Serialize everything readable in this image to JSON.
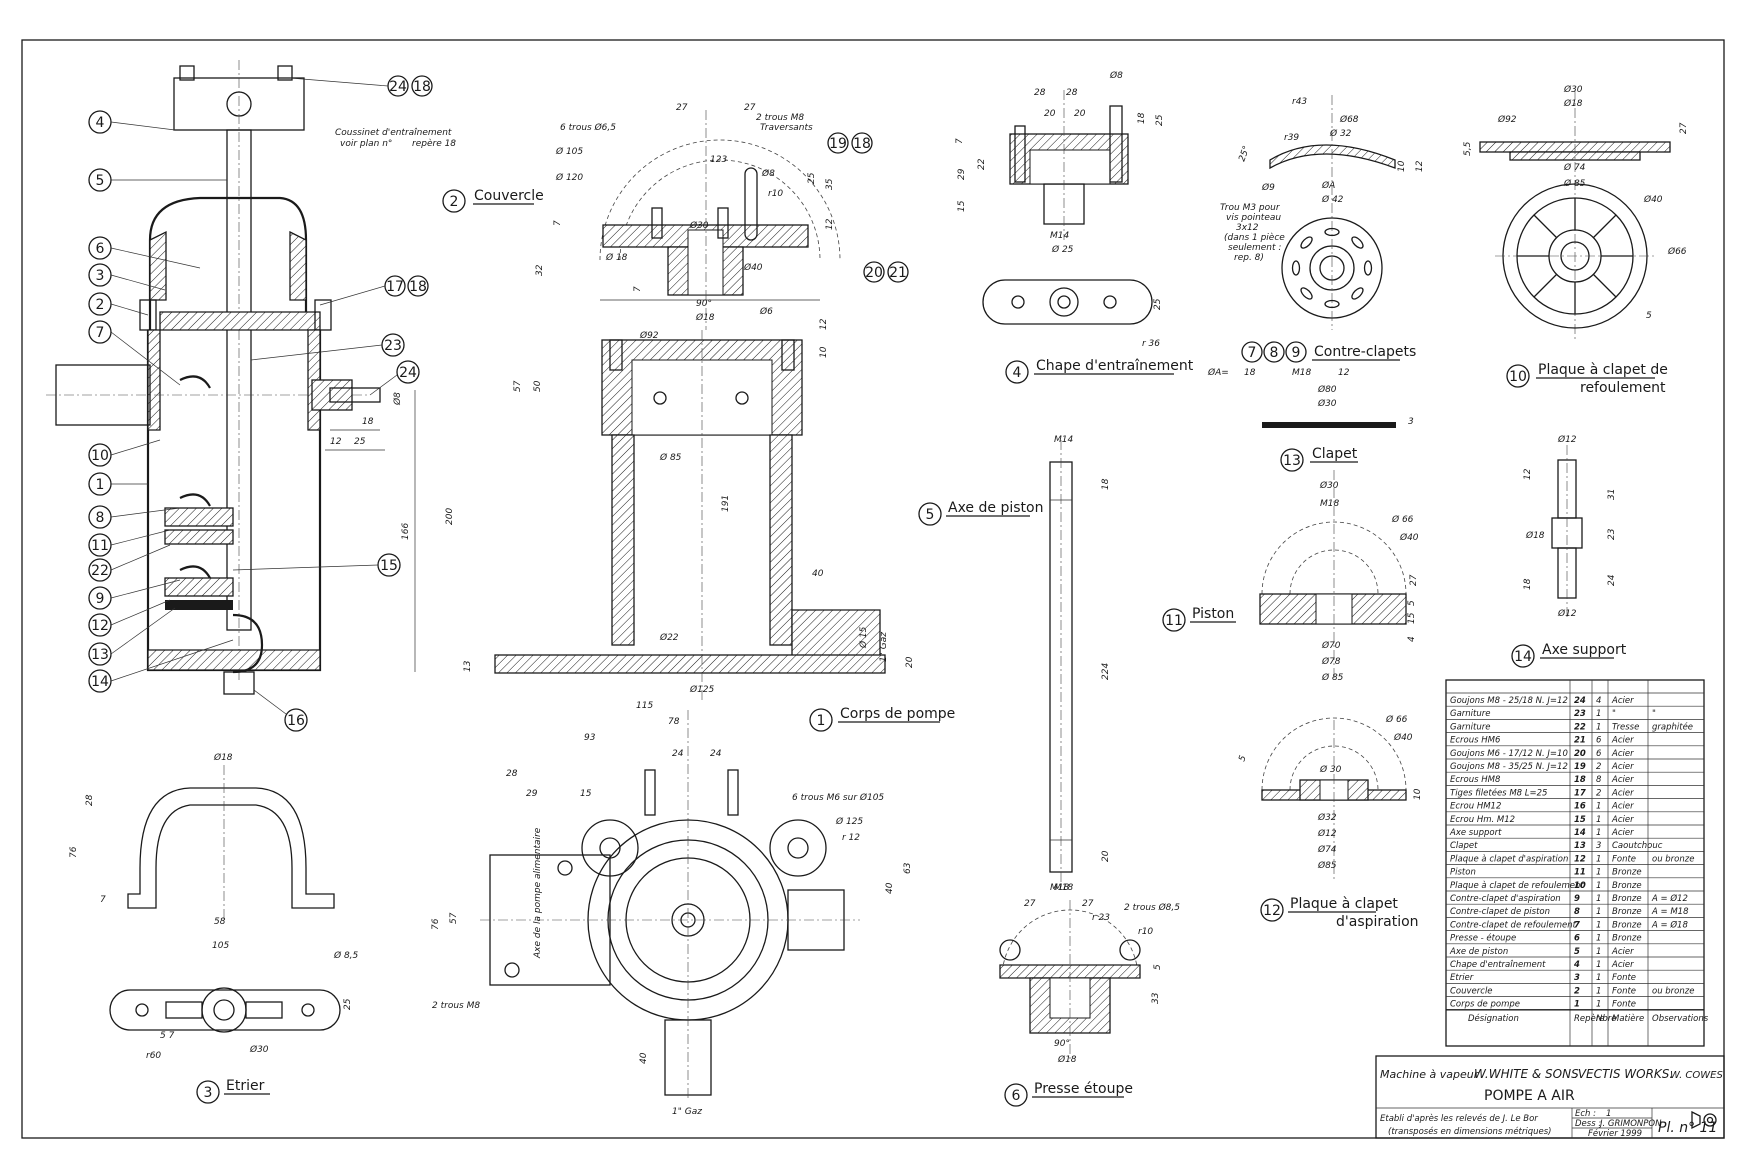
{
  "balloons": {
    "b24_18": [
      "24",
      "18"
    ],
    "b4": "4",
    "b5": "5",
    "b6": "6",
    "b3": "3",
    "b2": "2",
    "b7": "7",
    "b17_18": [
      "17",
      "18"
    ],
    "b23": "23",
    "b24": "24",
    "b10": "10",
    "b1": "1",
    "b8": "8",
    "b11": "11",
    "b22": "22",
    "b15": "15",
    "b9": "9",
    "b12": "12",
    "b13": "13",
    "b14": "14",
    "b16": "16",
    "b19_18": [
      "19",
      "18"
    ],
    "b20_21": [
      "20",
      "21"
    ]
  },
  "notes": {
    "coussinet_1": "Coussinet d'entraînement",
    "coussinet_2": "voir plan n°",
    "coussinet_3": "repère 18",
    "trous_65": "6 trous Ø6,5",
    "trous_m8_1": "2 trous M8",
    "trous_m8_2": "Traversants",
    "trou_m3_1": "Trou M3 pour",
    "trou_m3_2": "vis pointeau",
    "trou_m3_3": "3x12",
    "trou_m3_4": "(dans 1 pièce",
    "trou_m3_5": "seulement :",
    "trou_m3_6": "rep. 8)",
    "phi_a": "ØA=",
    "phi_a_vals": [
      "18",
      "M18",
      "12"
    ],
    "trous_m6": "6 trous M6 sur Ø105",
    "axe_pompe": "Axe de la pompe alimentaire",
    "trous_m8_bottom": "2 trous M8",
    "trous_85": "2 trous Ø8,5"
  },
  "views": {
    "couvercle": {
      "num": "2",
      "title": "Couvercle"
    },
    "chape": {
      "num": "4",
      "title": "Chape d'entraînement"
    },
    "contre_clapets": {
      "nums": [
        "7",
        "8",
        "9"
      ],
      "title": "Contre-clapets"
    },
    "plaque_refoulement": {
      "num": "10",
      "title_1": "Plaque à clapet de",
      "title_2": "refoulement"
    },
    "clapet": {
      "num": "13",
      "title": "Clapet"
    },
    "axe_piston": {
      "num": "5",
      "title": "Axe de piston"
    },
    "piston": {
      "num": "11",
      "title": "Piston"
    },
    "axe_support": {
      "num": "14",
      "title": "Axe support"
    },
    "corps": {
      "num": "1",
      "title": "Corps de pompe"
    },
    "plaque_aspiration": {
      "num": "12",
      "title_1": "Plaque à clapet",
      "title_2": "d'aspiration"
    },
    "etrier": {
      "num": "3",
      "title": "Etrier"
    },
    "presse_etoupe": {
      "num": "6",
      "title": "Presse étoupe"
    }
  },
  "dims": {
    "main_166": "166",
    "main_18": "18",
    "main_25": "25",
    "main_12": "12",
    "main_o8": "Ø8",
    "c_27a": "27",
    "c_27b": "27",
    "c_o105": "Ø 105",
    "c_o120": "Ø 120",
    "c_123": "123",
    "c_o8": "Ø8",
    "c_r10": "r10",
    "c_35": "35",
    "c_25": "25",
    "c_12": "12",
    "c_7": "7",
    "c_o30": "Ø30",
    "c_o18": "Ø 18",
    "c_o40": "Ø40",
    "c_32": "32",
    "c_7b": "7",
    "c_90": "90°",
    "c_o18b": "Ø18",
    "c_o6": "Ø6",
    "c_12b": "12",
    "c_10": "10",
    "k_o92": "Ø92",
    "k_57": "57",
    "k_50": "50",
    "k_200": "200",
    "k_o85": "Ø 85",
    "k_191": "191",
    "k_40": "40",
    "k_o22": "Ø22",
    "k_o15": "Ø 15",
    "k_gaz": "1\" Gaz",
    "k_20": "20",
    "k_13": "13",
    "k_o125": "Ø125",
    "ch_28a": "28",
    "ch_28b": "28",
    "ch_o8": "Ø8",
    "ch_20a": "20",
    "ch_20b": "20",
    "ch_7": "7",
    "ch_29": "29",
    "ch_22": "22",
    "ch_15": "15",
    "ch_m14": "M14",
    "ch_o25": "Ø 25",
    "ch_18": "18",
    "ch_25": "25",
    "ch_25b": "25",
    "ch_r36": "r 36",
    "cc_r43": "r43",
    "cc_o68": "Ø68",
    "cc_25": "25°",
    "cc_r39": "r39",
    "cc_o32": "Ø 32",
    "cc_o9": "Ø9",
    "cc_oa": "ØA",
    "cc_o42": "Ø 42",
    "cc_10": "10",
    "cc_12": "12",
    "pr_o30": "Ø30",
    "pr_o18": "Ø18",
    "pr_o92": "Ø92",
    "pr_55": "5,5",
    "pr_27": "27",
    "pr_o74": "Ø 74",
    "pr_o85": "Ø 85",
    "pr_o40": "Ø40",
    "pr_o66": "Ø66",
    "pr_5": "5",
    "cl_o80": "Ø80",
    "cl_o30": "Ø30",
    "cl_3": "3",
    "ap_m14": "M14",
    "ap_18": "18",
    "ap_224": "224",
    "ap_20": "20",
    "ap_m18": "M18",
    "p_o30": "Ø30",
    "p_m18": "M18",
    "p_o66": "Ø 66",
    "p_o40": "Ø40",
    "p_27": "27",
    "p_5": "5",
    "p_15": "15",
    "p_4": "4",
    "p_o70": "Ø70",
    "p_o78": "Ø78",
    "p_o85": "Ø 85",
    "as_o12": "Ø12",
    "as_12": "12",
    "as_31": "31",
    "as_o18": "Ø18",
    "as_23": "23",
    "as_18": "18",
    "as_24": "24",
    "as_o12b": "Ø12",
    "b_115": "115",
    "b_78": "78",
    "b_93": "93",
    "b_24a": "24",
    "b_24b": "24",
    "b_28": "28",
    "b_29": "29",
    "b_15": "15",
    "b_o125": "Ø 125",
    "b_r12": "r 12",
    "b_63": "63",
    "b_40": "40",
    "b_76": "76",
    "b_57": "57",
    "b_40b": "40",
    "b_gaz": "1\" Gaz",
    "e_o18": "Ø18",
    "e_28": "28",
    "e_76": "76",
    "e_7": "7",
    "e_58": "58",
    "e_105": "105",
    "e_o85": "Ø 8,5",
    "e_25": "25",
    "e_57": "5 7",
    "e_r60": "r60",
    "e_o30": "Ø30",
    "pe_m18": "M18",
    "pe_27a": "27",
    "pe_27b": "27",
    "pe_r23": "r 23",
    "pe_r10": "r10",
    "pe_5": "5",
    "pe_33": "33",
    "pe_90": "90°",
    "pe_o18": "Ø18",
    "pa_o66": "Ø 66",
    "pa_o40": "Ø40",
    "pa_5": "5",
    "pa_o30": "Ø 30",
    "pa_10": "10",
    "pa_o32": "Ø32",
    "pa_o12": "Ø12",
    "pa_o74": "Ø74",
    "pa_o85": "Ø85"
  },
  "parts_list": {
    "rows": [
      [
        "Goujons M8 - 25/18 N. J=12",
        "24",
        "4",
        "Acier",
        ""
      ],
      [
        "Garniture",
        "23",
        "1",
        "\"",
        "\""
      ],
      [
        "Garniture",
        "22",
        "1",
        "Tresse",
        "graphitée"
      ],
      [
        "Ecrous HM6",
        "21",
        "6",
        "Acier",
        ""
      ],
      [
        "Goujons M6 - 17/12 N. J=10",
        "20",
        "6",
        "Acier",
        ""
      ],
      [
        "Goujons M8 - 35/25 N. J=12",
        "19",
        "2",
        "Acier",
        ""
      ],
      [
        "Ecrous HM8",
        "18",
        "8",
        "Acier",
        ""
      ],
      [
        "Tiges filetées M8 L=25",
        "17",
        "2",
        "Acier",
        ""
      ],
      [
        "Ecrou HM12",
        "16",
        "1",
        "Acier",
        ""
      ],
      [
        "Ecrou Hm. M12",
        "15",
        "1",
        "Acier",
        ""
      ],
      [
        "Axe support",
        "14",
        "1",
        "Acier",
        ""
      ],
      [
        "Clapet",
        "13",
        "3",
        "Caoutchouc",
        ""
      ],
      [
        "Plaque à clapet d'aspiration",
        "12",
        "1",
        "Fonte",
        "ou bronze"
      ],
      [
        "Piston",
        "11",
        "1",
        "Bronze",
        ""
      ],
      [
        "Plaque à clapet de refoulement",
        "10",
        "1",
        "Bronze",
        ""
      ],
      [
        "Contre-clapet d'aspiration",
        "9",
        "1",
        "Bronze",
        "A = Ø12"
      ],
      [
        "Contre-clapet de piston",
        "8",
        "1",
        "Bronze",
        "A = M18"
      ],
      [
        "Contre-clapet de refoulement",
        "7",
        "1",
        "Bronze",
        "A = Ø18"
      ],
      [
        "Presse - étoupe",
        "6",
        "1",
        "Bronze",
        ""
      ],
      [
        "Axe de piston",
        "5",
        "1",
        "Acier",
        ""
      ],
      [
        "Chape d'entraînement",
        "4",
        "1",
        "Acier",
        ""
      ],
      [
        "Etrier",
        "3",
        "1",
        "Fonte",
        ""
      ],
      [
        "Couvercle",
        "2",
        "1",
        "Fonte",
        "ou bronze"
      ],
      [
        "Corps de pompe",
        "1",
        "1",
        "Fonte",
        ""
      ]
    ],
    "header": [
      "Désignation",
      "Repère",
      "Nbre",
      "Matière",
      "Observations"
    ]
  },
  "title_block": {
    "line1_a": "Machine à vapeur",
    "line1_b": "W.WHITE & SONS",
    "line1_c": ".VECTIS WORKS.",
    "line1_d": "W. COWES",
    "title": "POMPE A AIR",
    "etabli_1": "Etabli d'après les relevés de J. Le Bor",
    "etabli_2": "(transposés en dimensions métriques)",
    "ech_label": "Ech :",
    "ech_val": "1",
    "dess_label": "Dess :",
    "dess_val": "J. GRIMONPON",
    "date": "Février 1999",
    "plan": "Pl. n° 11"
  }
}
